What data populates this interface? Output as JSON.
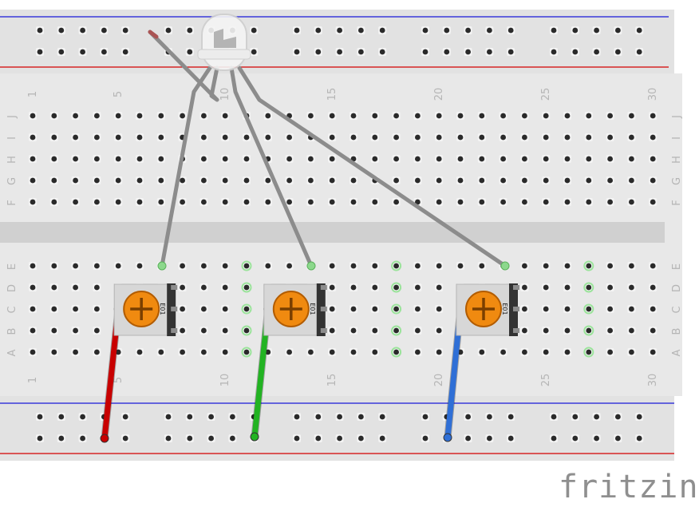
{
  "logo": "fritzing",
  "breadboard": {
    "column_count": 30,
    "column_labels": [
      "1",
      "5",
      "10",
      "15",
      "20",
      "25",
      "30"
    ],
    "row_labels_top": [
      "J",
      "I",
      "H",
      "G",
      "F"
    ],
    "row_labels_bottom": [
      "E",
      "D",
      "C",
      "B",
      "A"
    ],
    "colors": {
      "board": "#e2e2e2",
      "rail_red": "#d40000",
      "rail_blue": "#1a1ad9",
      "hole": "#2a2a2a",
      "label": "#b5b5b5"
    }
  },
  "components": {
    "potentiometer_label": "E01",
    "potentiometers": [
      {
        "name": "potentiometer-left",
        "column": 5,
        "wire_color": "#c80000"
      },
      {
        "name": "potentiometer-middle",
        "column": 12,
        "wire_color": "#22b322"
      },
      {
        "name": "potentiometer-right",
        "column": 21,
        "wire_color": "#2f6fd6"
      }
    ],
    "led": {
      "type": "rgb-led"
    },
    "lead_color": "#8c8c8c"
  }
}
